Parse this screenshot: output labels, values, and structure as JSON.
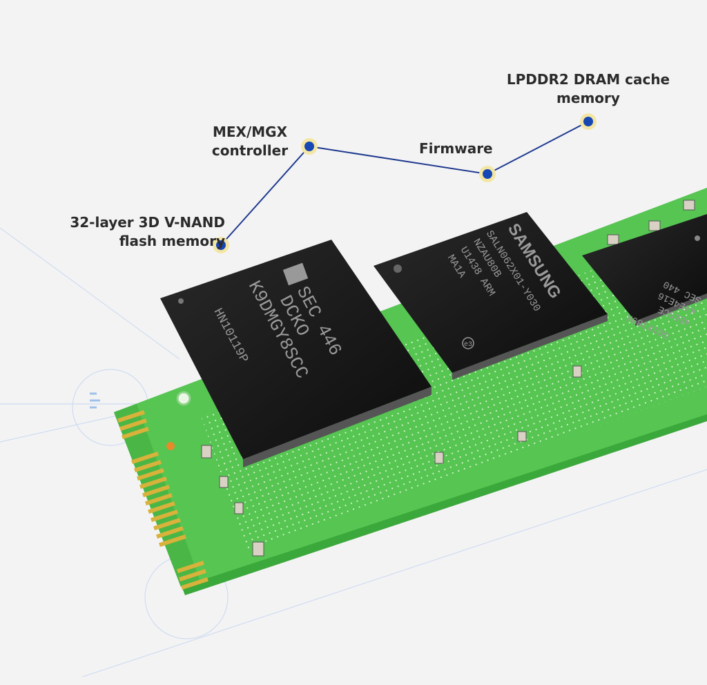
{
  "callouts": [
    {
      "id": "nand",
      "lines": [
        "32-layer 3D V-NAND",
        "flash memory"
      ]
    },
    {
      "id": "controller",
      "lines": [
        "MEX/MGX",
        "controller"
      ]
    },
    {
      "id": "firmware",
      "lines": [
        "Firmware"
      ]
    },
    {
      "id": "dram",
      "lines": [
        "LPDDR2 DRAM cache",
        "memory"
      ]
    }
  ],
  "chips": {
    "nand": [
      "SEC 446",
      "DCKO",
      "K9DMGY8SCC",
      "HN10119P"
    ],
    "controller": [
      "SAMSUNG",
      "SALN062X01-Y030",
      "NZAU80B",
      "U1438 ARM",
      "MA1A",
      "e3"
    ],
    "dram": [
      "GG1X389K",
      "4EEGCE",
      "K4E4E16",
      "SEC 440"
    ]
  },
  "colors": {
    "line": "#1f3a8f",
    "dot": "#1747b5",
    "halo": "#f3e6a4",
    "pcb": "#4fbf4a",
    "chip": "#1a1a1a"
  }
}
